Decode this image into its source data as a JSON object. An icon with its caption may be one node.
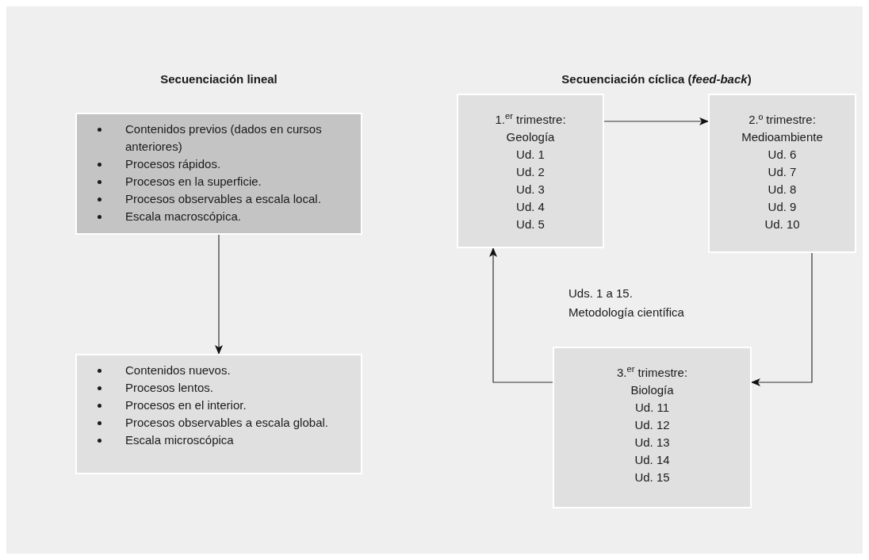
{
  "diagram": {
    "nodes": [
      {
        "text": [
          "Contenidos previos (dados en cursos anteriores)",
          "Procesos rápidos.",
          "Procesos en la superficie.",
          "Procesos observables a escala local.",
          "Escala macroscópica."
        ]
      },
      {
        "text": [
          "Contenidos nuevos.",
          "Procesos lentos.",
          "Procesos en el interior.",
          "Procesos observables a escala global.",
          "Escala microscópica"
        ]
      },
      {
        "text": [
          "1.$^{er}$ trimestre:",
          "Geología",
          "Ud. 1",
          "Ud. 2",
          "Ud. 3",
          "Ud. 4",
          "Ud. 5"
        ]
      },
      {
        "text": [
          "2.º trimestre:",
          "Medioambiente",
          "Ud. 6",
          "Ud. 7",
          "Ud. 8",
          "Ud. 9",
          "Ud. 10"
        ]
      },
      {
        "text": [
          "3.$^{er}$ trimestre:",
          "Biología",
          "Ud. 11",
          "Ud. 12",
          "Ud. 13",
          "Ud. 14",
          "Ud. 15"
        ]
      }
    ],
    "edges": [
      {
        "from": 0,
        "to": 1,
        "arrow": "to"
      },
      {
        "from": 2,
        "to": 3,
        "arrow": "to"
      },
      {
        "from": 3,
        "to": 4,
        "arrow": "to"
      },
      {
        "from": 4,
        "to": 2,
        "arrow": "to"
      }
    ],
    "labels": [
      "Secuenciación lineal",
      "Secuenciación cíclica (*feed-back*)",
      "Uds. 1 a 15. Metodología científica"
    ]
  }
}
